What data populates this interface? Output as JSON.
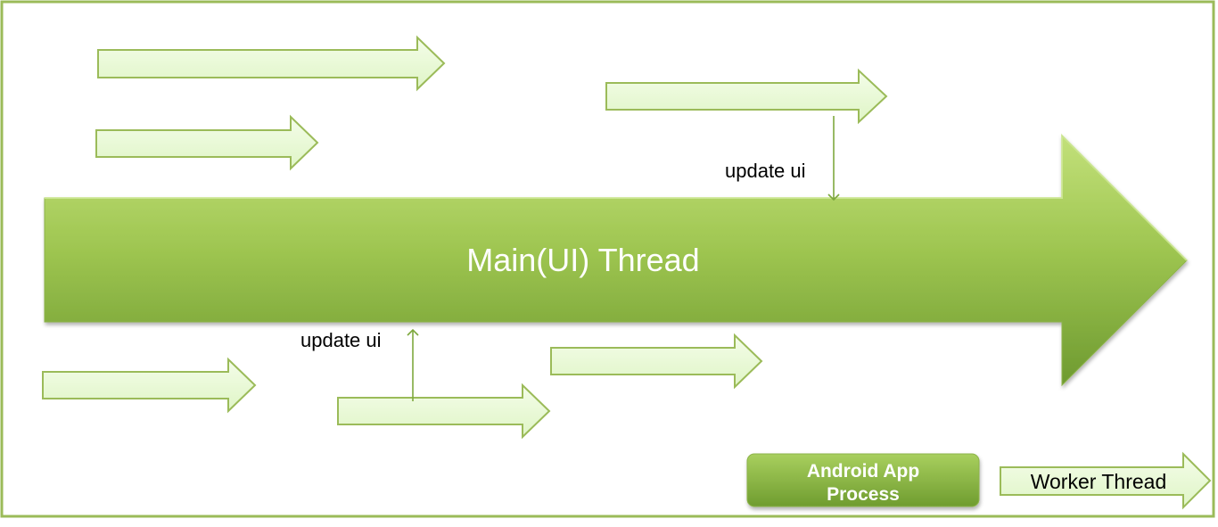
{
  "diagram": {
    "main_thread_label": "Main(UI) Thread",
    "update_ui_labels": [
      "update ui",
      "update ui"
    ],
    "legend": {
      "process_box_lines": [
        "Android App",
        "Process"
      ],
      "worker_thread_label": "Worker Thread"
    },
    "colors": {
      "frame_border": "#9bbb59",
      "main_arrow_top": "#b5d86a",
      "main_arrow_bottom": "#76a136",
      "worker_arrow_fill": "#eafbd9",
      "worker_arrow_stroke": "#9bbb59",
      "connector": "#7ea83e"
    }
  }
}
